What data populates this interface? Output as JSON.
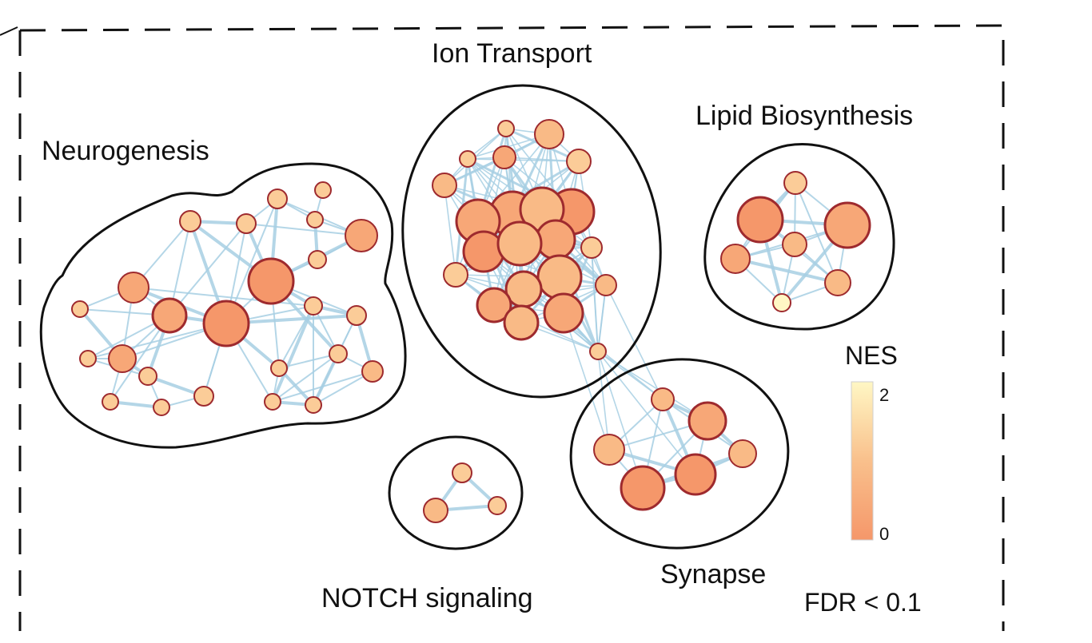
{
  "clusters": [
    {
      "label": "Neurogenesis"
    },
    {
      "label": "Ion Transport"
    },
    {
      "label": "Lipid Biosynthesis"
    },
    {
      "label": "NOTCH signaling"
    },
    {
      "label": "Synapse"
    }
  ],
  "legend": {
    "title": "NES",
    "max_label": "2",
    "min_label": "0",
    "scale_min": 0,
    "scale_max": 2,
    "colors": [
      "#f5976a",
      "#f9c08c",
      "#fff7c4"
    ]
  },
  "footnote": "FDR < 0.1",
  "colors": {
    "edge": "#a7cfe3",
    "node_stroke": "#9e2a2e",
    "boundary": "#111111",
    "frame": "#111111"
  }
}
